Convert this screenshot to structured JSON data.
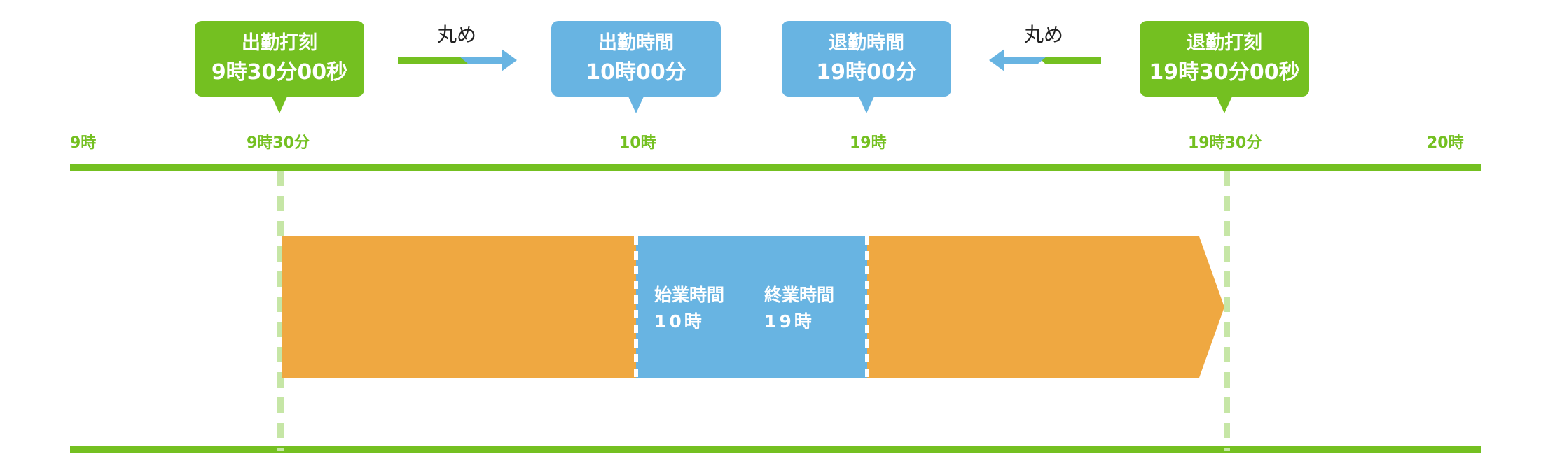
{
  "callouts": {
    "clock_in_stamp": {
      "title": "出勤打刻",
      "time": "9時30分00秒"
    },
    "clock_in_time": {
      "title": "出勤時間",
      "time": "10時00分"
    },
    "clock_out_time": {
      "title": "退勤時間",
      "time": "19時00分"
    },
    "clock_out_stamp": {
      "title": "退勤打刻",
      "time": "19時30分00秒"
    }
  },
  "rounding_label": "丸め",
  "timeline": {
    "ticks": [
      "9時",
      "9時30分",
      "10時",
      "19時",
      "19時30分",
      "20時"
    ]
  },
  "bar": {
    "start_title": "始業時間",
    "start_value": "10時",
    "end_title": "終業時間",
    "end_value": "19時"
  },
  "colors": {
    "green": "#74c021",
    "blue": "#68b4e2",
    "orange": "#efa841",
    "guide": "#c6e6a6"
  }
}
